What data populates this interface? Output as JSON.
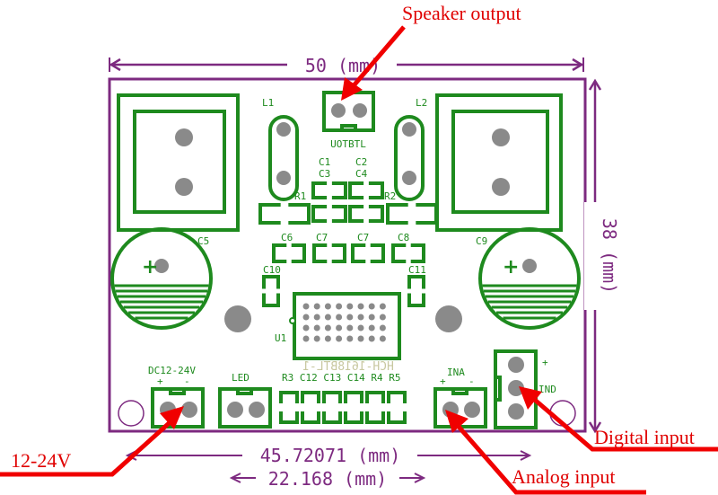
{
  "dimensions": {
    "width": "50 (mm)",
    "height": "38 (mm)",
    "bottom_long": "45.72071 (mm)",
    "bottom_short": "22.168 (mm)"
  },
  "silk_labels": {
    "l1": "L1",
    "l2": "L2",
    "speaker_conn": "UOTBTL",
    "c1": "C1",
    "c3": "C3",
    "c2": "C2",
    "c4": "C4",
    "r1": "R1",
    "r2": "R2",
    "c6": "C6",
    "c7a": "C7",
    "c7b": "C7",
    "c8": "C8",
    "c10": "C10",
    "c11": "C11",
    "c5": "C5",
    "c9": "C9",
    "u1": "U1",
    "chip": "HCH-1618BTL-1",
    "dc": "DC12-24V",
    "dc_plus": "+",
    "dc_minus": "-",
    "led": "LED",
    "row": "R3 C12 C13 C14 R4 R5",
    "ina": "INA",
    "ina_plus": "+",
    "ina_minus": "-",
    "dig_plus": "+",
    "dig_ind": "IND",
    "cap_plus": "+"
  },
  "callouts": {
    "speaker": "Speaker output",
    "power": "12-24V",
    "digital": "Digital input",
    "analog": "Analog input"
  },
  "colors": {
    "board_outline": "#7d2a80",
    "silkscreen": "#1e8a1e",
    "callout": "#e00000"
  }
}
